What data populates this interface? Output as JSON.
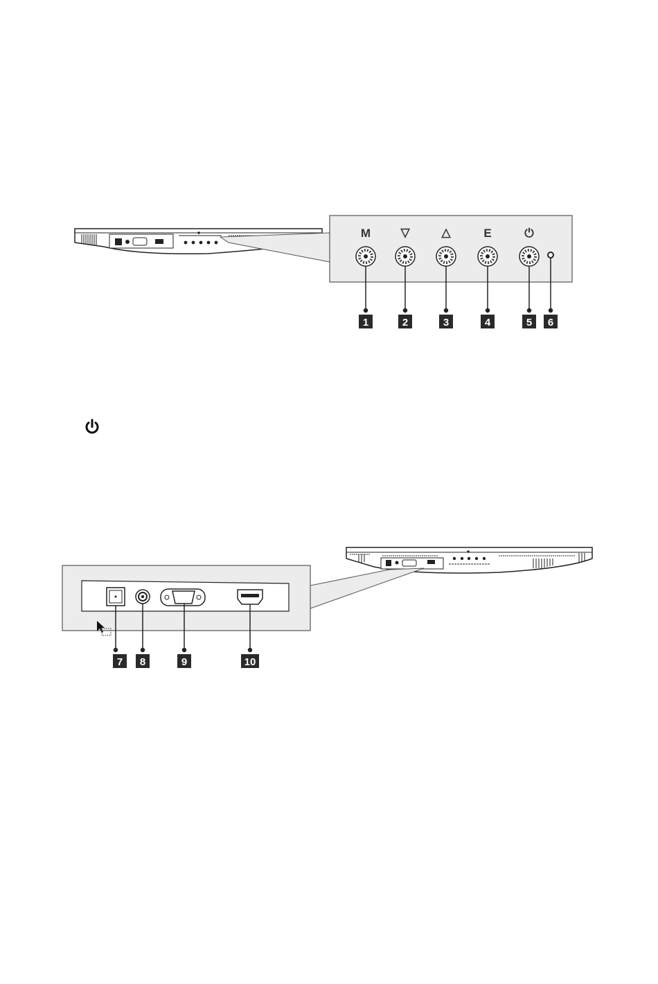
{
  "top_panel": {
    "button_glyphs": [
      "M",
      "▽",
      "△",
      "E",
      "⏻"
    ],
    "callouts": [
      "1",
      "2",
      "3",
      "4",
      "5",
      "6"
    ]
  },
  "bottom_panel": {
    "callouts": [
      "7",
      "8",
      "9",
      "10"
    ]
  },
  "standalone_icon": "power-icon",
  "colors": {
    "panel_fill": "#ececec",
    "panel_stroke": "#555555",
    "callout_bg": "#2a2a2a"
  }
}
